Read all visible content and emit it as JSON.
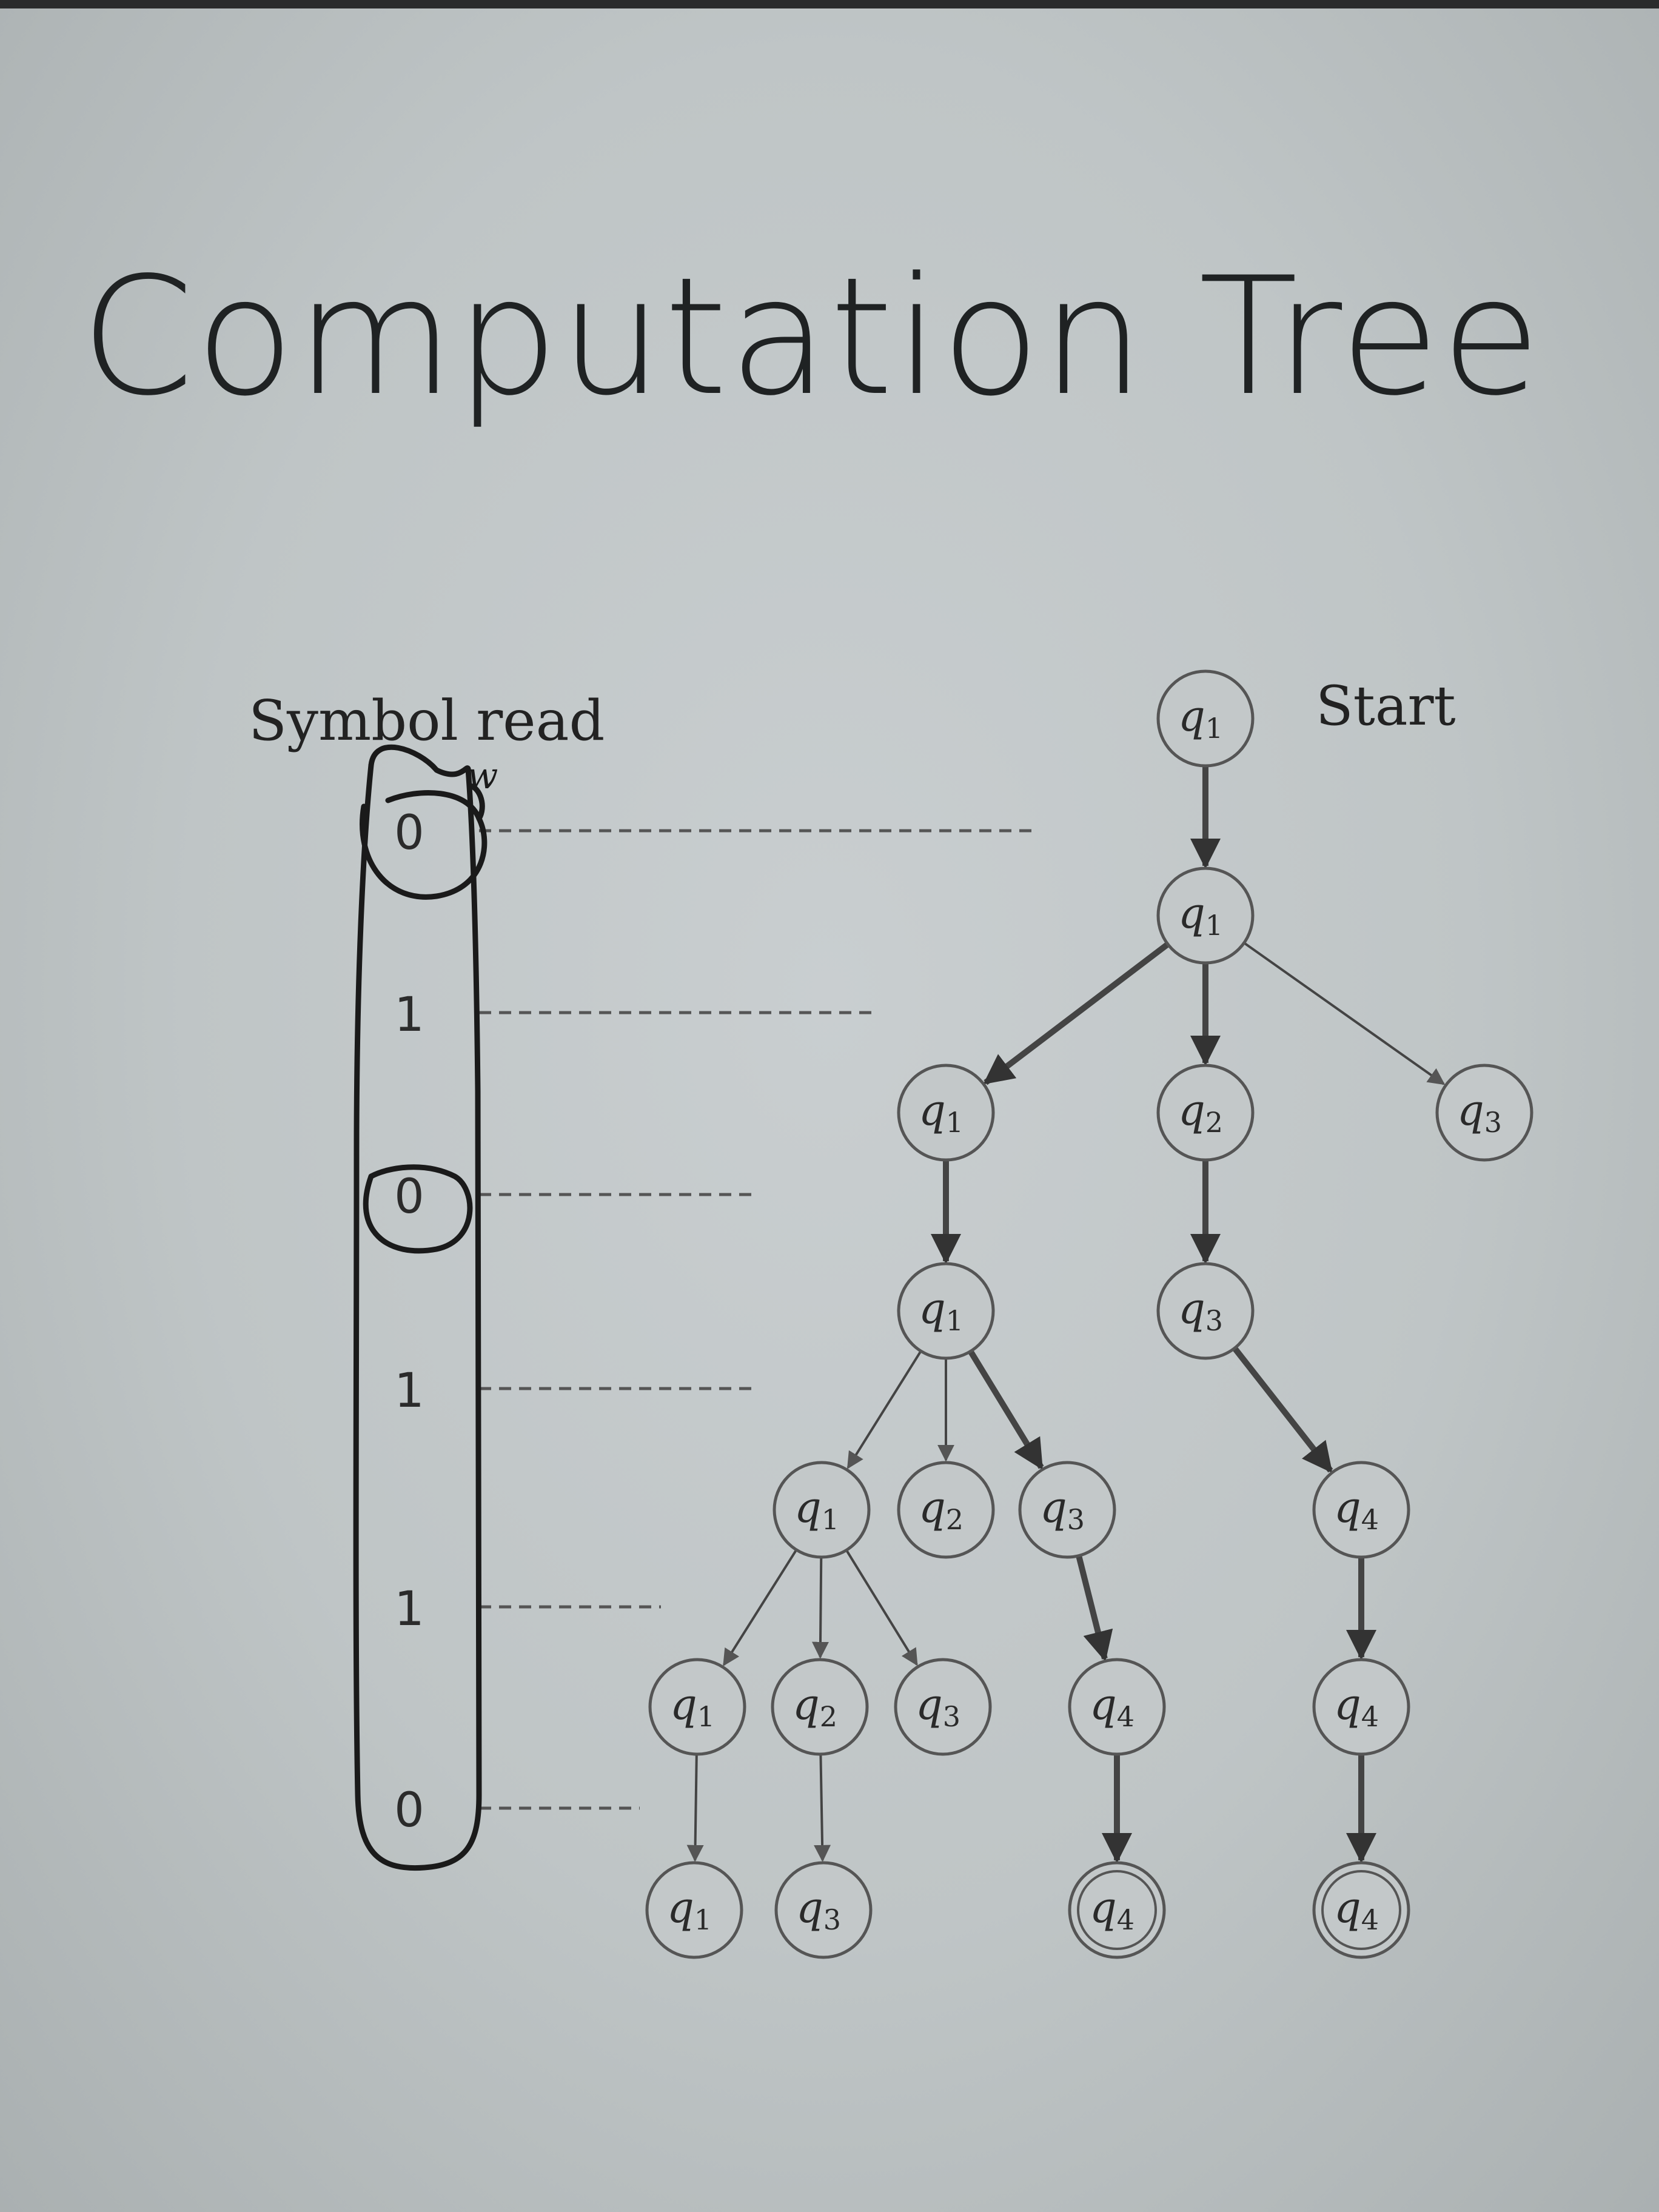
{
  "title": "Computation Tree",
  "symbol_label": "Symbol read",
  "start_label": "Start",
  "symbols": [
    "0",
    "1",
    "0",
    "1",
    "1",
    "0"
  ],
  "annotation": "w",
  "states": {
    "s0": {
      "name": "q",
      "sub": "1"
    },
    "a1": {
      "name": "q",
      "sub": "1"
    },
    "b1": {
      "name": "q",
      "sub": "1"
    },
    "b2": {
      "name": "q",
      "sub": "2"
    },
    "b3": {
      "name": "q",
      "sub": "3"
    },
    "c1": {
      "name": "q",
      "sub": "1"
    },
    "c2": {
      "name": "q",
      "sub": "3"
    },
    "d1": {
      "name": "q",
      "sub": "1"
    },
    "d2": {
      "name": "q",
      "sub": "2"
    },
    "d3": {
      "name": "q",
      "sub": "3"
    },
    "d4": {
      "name": "q",
      "sub": "4"
    },
    "e1": {
      "name": "q",
      "sub": "1"
    },
    "e2": {
      "name": "q",
      "sub": "2"
    },
    "e3": {
      "name": "q",
      "sub": "3"
    },
    "e4": {
      "name": "q",
      "sub": "4"
    },
    "e5": {
      "name": "q",
      "sub": "4"
    },
    "f1": {
      "name": "q",
      "sub": "1"
    },
    "f2": {
      "name": "q",
      "sub": "3"
    },
    "f3": {
      "name": "q",
      "sub": "4"
    },
    "f4": {
      "name": "q",
      "sub": "4"
    }
  },
  "accept_states": [
    "f3",
    "f4"
  ],
  "edges": [
    [
      "s0",
      "a1"
    ],
    [
      "a1",
      "b1"
    ],
    [
      "a1",
      "b2"
    ],
    [
      "a1",
      "b3"
    ],
    [
      "b1",
      "c1"
    ],
    [
      "b2",
      "c2"
    ],
    [
      "c1",
      "d1"
    ],
    [
      "c1",
      "d2"
    ],
    [
      "c1",
      "d3"
    ],
    [
      "c2",
      "d4"
    ],
    [
      "d1",
      "e1"
    ],
    [
      "d1",
      "e2"
    ],
    [
      "d1",
      "e3"
    ],
    [
      "d3",
      "e4"
    ],
    [
      "d4",
      "e5"
    ],
    [
      "e1",
      "f1"
    ],
    [
      "e2",
      "f2"
    ],
    [
      "e4",
      "f3"
    ],
    [
      "e5",
      "f4"
    ]
  ],
  "bold_edges": [
    [
      "s0",
      "a1"
    ],
    [
      "a1",
      "b1"
    ],
    [
      "a1",
      "b2"
    ],
    [
      "b1",
      "c1"
    ],
    [
      "b2",
      "c2"
    ],
    [
      "c1",
      "d3"
    ],
    [
      "c2",
      "d4"
    ],
    [
      "d3",
      "e4"
    ],
    [
      "d4",
      "e5"
    ],
    [
      "e4",
      "f3"
    ],
    [
      "e5",
      "f4"
    ]
  ]
}
